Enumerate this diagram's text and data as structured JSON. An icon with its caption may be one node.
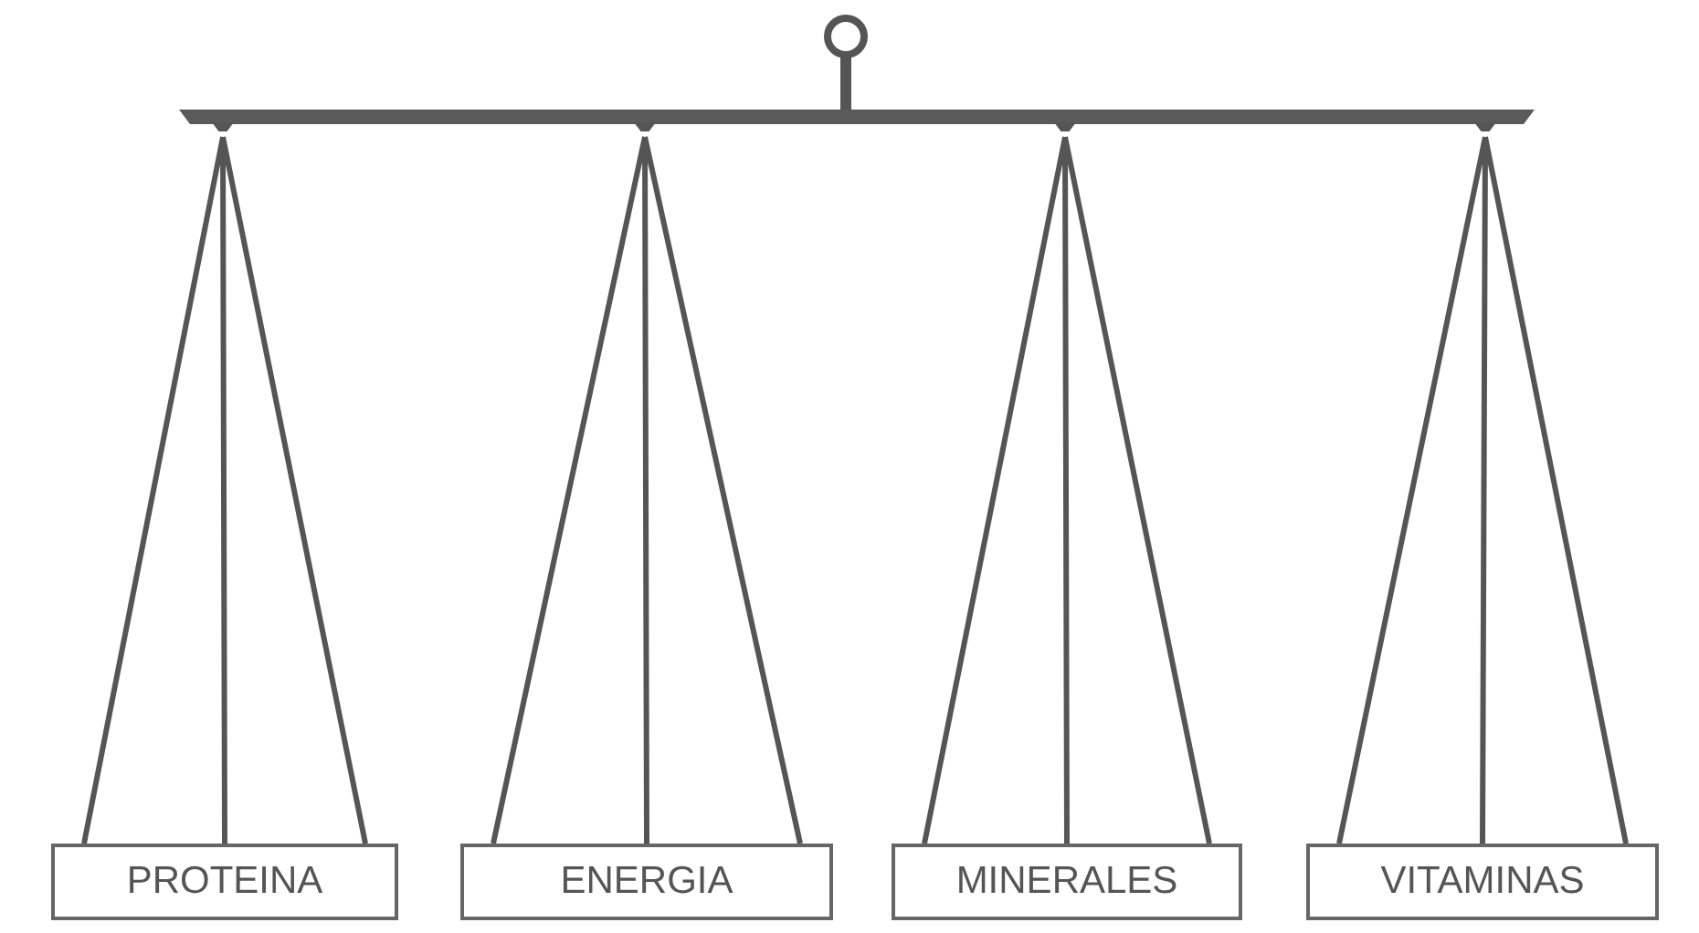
{
  "diagram": {
    "nodes": [
      {
        "text": [],
        "shape": "bar"
      },
      {
        "text": [
          "PROTEINA"
        ]
      },
      {
        "text": [
          "ENERGIA"
        ]
      },
      {
        "text": [
          "MINERALES"
        ]
      },
      {
        "text": [
          "VITAMINAS"
        ]
      }
    ],
    "edges": [
      {
        "from": 0,
        "to": 1,
        "arrow": "none"
      },
      {
        "from": 0,
        "to": 2,
        "arrow": "none"
      },
      {
        "from": 0,
        "to": 3,
        "arrow": "none"
      },
      {
        "from": 0,
        "to": 4,
        "arrow": "none"
      }
    ]
  }
}
